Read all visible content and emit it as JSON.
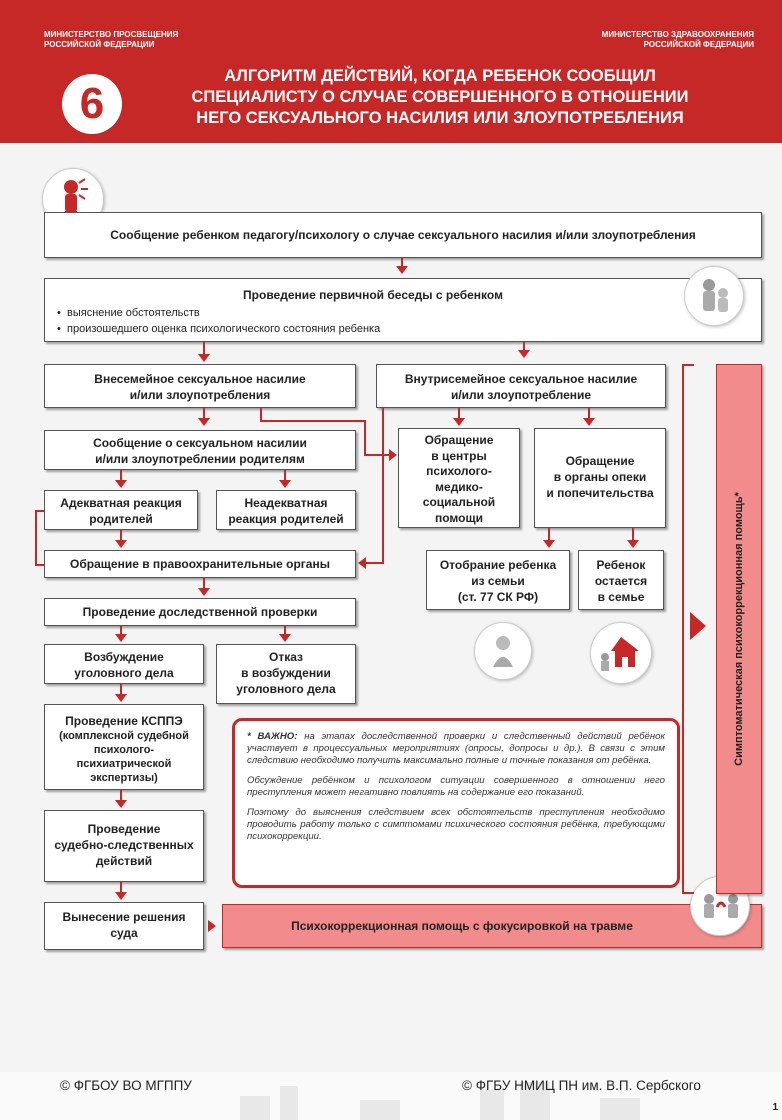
{
  "header": {
    "ministry_left": "МИНИСТЕРСТВО ПРОСВЕЩЕНИЯ РОССИЙСКОЙ ФЕДЕРАЦИИ",
    "ministry_right": "МИНИСТЕРСТВО ЗДРАВООХРАНЕНИЯ РОССИЙСКОЙ ФЕДЕРАЦИИ",
    "number": "6",
    "title_line1": "АЛГОРИТМ ДЕЙСТВИЙ, КОГДА РЕБЕНОК СООБЩИЛ",
    "title_line2": "СПЕЦИАЛИСТУ О СЛУЧАЕ СОВЕРШЕННОГО В ОТНОШЕНИИ",
    "title_line3": "НЕГО СЕКСУАЛЬНОГО НАСИЛИЯ ИЛИ ЗЛОУПОТРЕБЛЕНИЯ"
  },
  "flow": {
    "report": "Сообщение ребенком педагогу/психологу о случае сексуального насилия и/или злоупотребления",
    "interview_title": "Проведение первичной беседы с ребенком",
    "interview_items": [
      "выяснение обстоятельств",
      "произошедшего оценка психологического состояния ребенка"
    ],
    "extra_line1": "Внесемейное сексуальное насилие",
    "extra_line2": "и/или злоупотребления",
    "intra_line1": "Внутрисемейное сексуальное насилие",
    "intra_line2": "и/или злоупотребление",
    "parents_line1": "Сообщение о сексуальном насилии",
    "parents_line2": "и/или злоупотреблении родителям",
    "adequate_line1": "Адекватная реакция",
    "adequate_line2": "родителей",
    "inadequate_line1": "Неадекватная",
    "inadequate_line2": "реакция родителей",
    "police": "Обращение в правоохранительные органы",
    "precheck": "Проведение доследственной проверки",
    "case_line1": "Возбуждение",
    "case_line2": "уголовного дела",
    "refusal_line1": "Отказ",
    "refusal_line2": "в возбуждении",
    "refusal_line3": "уголовного дела",
    "kspp_line1": "Проведение КСППЭ",
    "kspp_line2": "(комплексной судебной",
    "kspp_line3": "психолого-психиатрической",
    "kspp_line4": "экспертизы)",
    "invest_line1": "Проведение",
    "invest_line2": "судебно-следственных",
    "invest_line3": "действий",
    "verdict_line1": "Вынесение решения",
    "verdict_line2": "суда",
    "center_lines": [
      "Обращение",
      "в центры",
      "психолого-",
      "медико-",
      "социальной",
      "помощи"
    ],
    "guard_lines": [
      "Обращение",
      "в органы опеки",
      "и попечительства"
    ],
    "removal_line1": "Отобрание ребенка",
    "removal_line2": "из семьи",
    "removal_line3": "(ст. 77 СК РФ)",
    "stays_line1": "Ребенок",
    "stays_line2": "остается",
    "stays_line3": "в семье",
    "trauma_help": "Психокоррекционная помощь с фокусировкой на травме",
    "symptom_help": "Симптоматическая психокоррекционная помощь*"
  },
  "note": {
    "p1_bold": "* ВАЖНО:",
    "p1": " на этапах доследственной проверки и следственный действий ребёнок участвует в процессуальных мероприятиях (опросы, допросы и др.). В связи с этим следствию необходимо получить максимально полные и точные показания от ребёнка.",
    "p2": "Обсуждение ребёнком и психологом ситуации совершенного в отношении него преступления может негативно повлиять на содержание его показаний.",
    "p3": "Поэтому до выяснения следствием всех обстоятельств преступления необходимо проводить работу только с симптомами психического состояния ребёнка, требующими психокоррекции."
  },
  "footer": {
    "left": "© ФГБОУ ВО МГППУ",
    "right": "© ФГБУ НМИЦ ПН им. В.П. Сербского",
    "page": "1"
  },
  "colors": {
    "accent": "#c62828",
    "pink": "#f28b8b"
  }
}
